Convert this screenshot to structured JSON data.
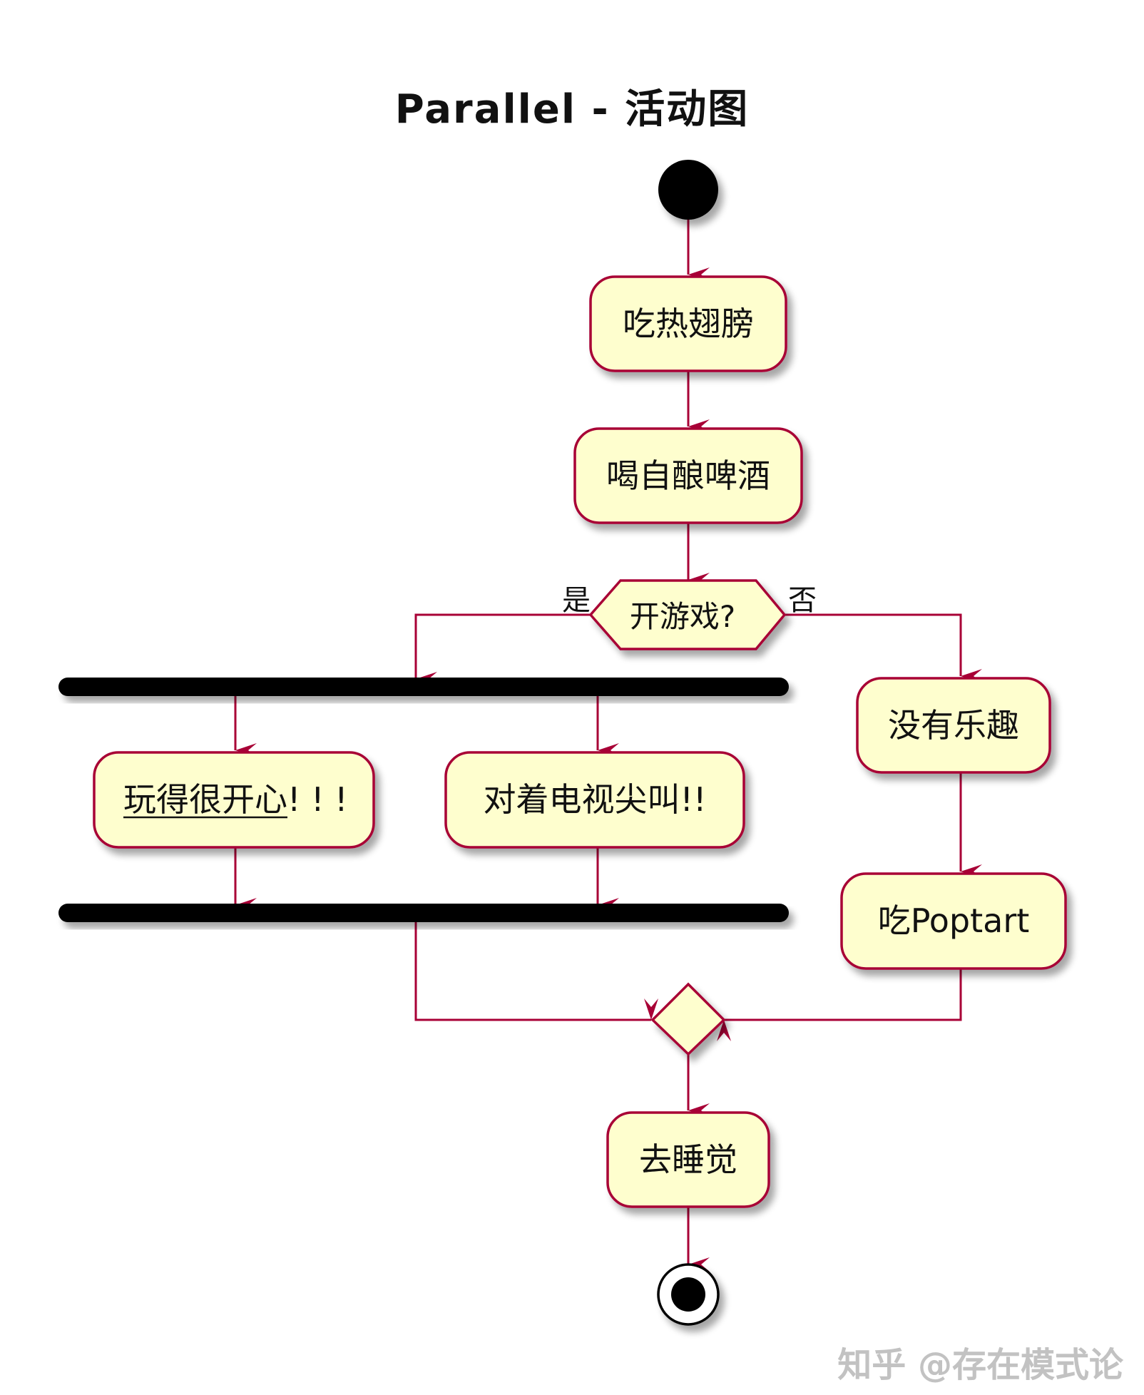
{
  "title": "Parallel - 活动图",
  "watermark": "知乎 @存在模式论",
  "colors": {
    "background": "#ffffff",
    "border": "#a80036",
    "activity_fill": "#fefece",
    "bar": "#000000",
    "text": "#111111",
    "watermark": "#b8b8b8"
  },
  "nodes": {
    "eat_wings": {
      "label": "吃热翅膀"
    },
    "drink_beer": {
      "label": "喝自酿啤酒"
    },
    "decision": {
      "label": "开游戏?",
      "yes_label": "是",
      "no_label": "否"
    },
    "have_fun": {
      "underlined": "玩得很开心",
      "suffix": "! ! !"
    },
    "yell_tv": {
      "label": "对着电视尖叫!!"
    },
    "no_fun": {
      "label": "没有乐趣"
    },
    "eat_poptart": {
      "label": "吃Poptart"
    },
    "sleep": {
      "label": "去睡觉"
    }
  }
}
